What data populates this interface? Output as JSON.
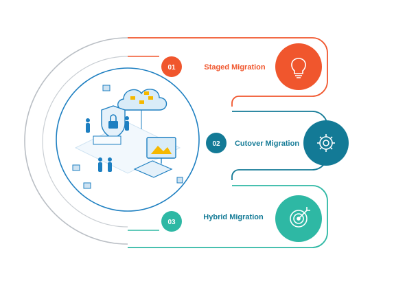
{
  "colors": {
    "orange": "#f0562d",
    "teal_dark": "#137a96",
    "teal_light": "#2eb8a4",
    "line_gray": "#b9bec4",
    "iso_blue": "#1d7fc1",
    "iso_light": "#d9ecf8"
  },
  "steps": [
    {
      "number": "01",
      "label": "Staged Migration",
      "icon": "lightbulb-icon",
      "color": "#f0562d"
    },
    {
      "number": "02",
      "label": "Cutover Migration",
      "icon": "gear-icon",
      "color": "#137a96"
    },
    {
      "number": "03",
      "label": "Hybrid Migration",
      "icon": "target-icon",
      "color": "#2eb8a4"
    }
  ],
  "illustration": {
    "subject": "isometric-cloud-security-scene",
    "elements": [
      "cloud-icon",
      "shield-lock-icon",
      "laptop-icon",
      "monitor-icon",
      "people-icon"
    ]
  }
}
